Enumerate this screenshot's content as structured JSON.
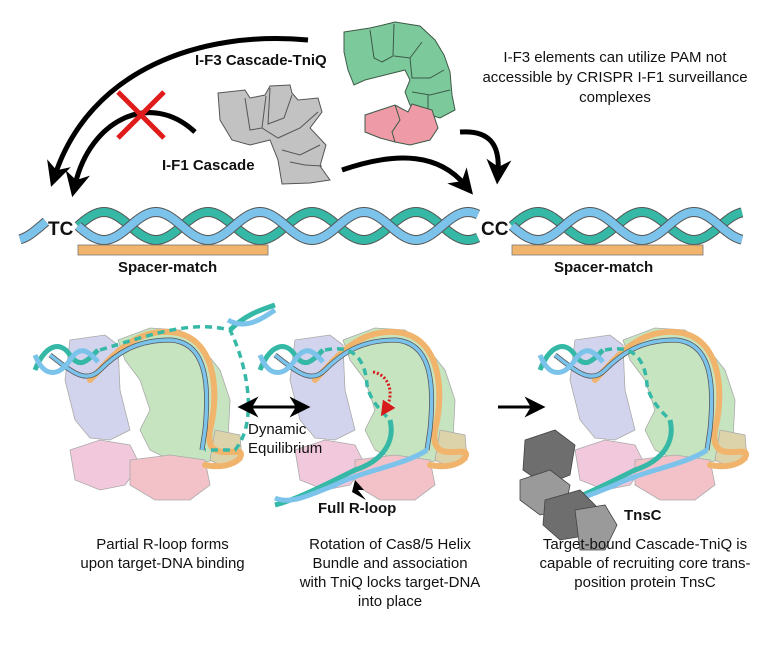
{
  "figure": {
    "labels": {
      "if3_cascade": "I-F3 Cascade-TniQ",
      "if1_cascade": "I-F1 Cascade",
      "pam_note": [
        "I-F3 elements can utilize PAM not",
        "accessible by CRISPR I-F1 surveillance",
        "complexes"
      ],
      "pam_tc": "TC",
      "pam_cc": "CC",
      "spacer_left": "Spacer-match",
      "spacer_right": "Spacer-match",
      "dynamic_equilibrium": [
        "Dynamic",
        "Equilibrium"
      ],
      "full_rloop": "Full R-loop",
      "tnsc": "TnsC"
    },
    "captions": {
      "step1": [
        "Partial R-loop forms",
        "upon target-DNA binding"
      ],
      "step2": [
        "Rotation of Cas8/5 Helix",
        "Bundle and association",
        "with TniQ locks target-DNA",
        "into place"
      ],
      "step3": [
        "Target-bound Cascade-TniQ is",
        "capable of recruiting core trans-",
        "position protein TnsC"
      ]
    },
    "colors": {
      "strand_blue": "#7cc3ec",
      "strand_teal": "#35b8a6",
      "spacer_orange": "#f0b46c",
      "cascade_green": "#7cc99b",
      "tniq_pink": "#ef9aa7",
      "if1_gray": "#c2c2c2",
      "block_red": "#e01b1b",
      "lavender": "#d2d3ec",
      "light_green": "#c6e4bf",
      "light_pink": "#f2c8dc",
      "tnsc_dark": "#6e6e6e",
      "tnsc_mid": "#9a9a9a"
    }
  }
}
